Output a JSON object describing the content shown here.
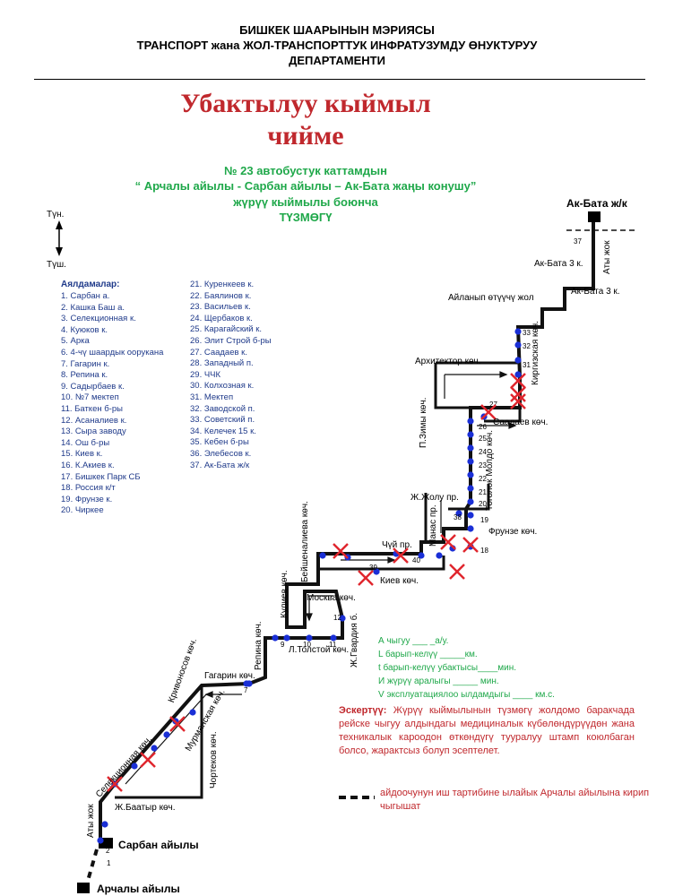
{
  "header": {
    "line1": "БИШКЕК ШААРЫНЫН МЭРИЯСЫ",
    "line2": "ТРАНСПОРТ жана ЖОЛ-ТРАНСПОРТТУК ИНФРАТУЗУМДУ ӨНУКТУРУУ",
    "line3": "ДЕПАРТАМЕНТИ"
  },
  "title": {
    "line1": "Убактылуу кыймыл",
    "line2": "чийме"
  },
  "subtitle": {
    "line1": "№ 23  автобустук каттамдын",
    "line2": "“ Арчалы айылы - Сарбан  айылы – Ак-Бата жаңы конушу”",
    "line3": "жүрүү кыймылы боюнча",
    "line4": "ТҮЗМӨГҮ"
  },
  "compass": {
    "north": "Түн.",
    "south": "Түш."
  },
  "legend": {
    "title": "Аялдамалар:",
    "col1": [
      "1. Сарбан а.",
      "2. Кашка Баш а.",
      "3. Селекционная к.",
      "4. Куюков к.",
      "5. Арка",
      "6. 4-чү шаардык ооруканa",
      "7. Гагарин к.",
      "8. Репина к.",
      "9. Садырбаев к.",
      "10. №7 мектеп",
      "11. Баткен б-ры",
      "12. Асаналиев к.",
      "13. Сыра заводу",
      "14. Ош б-ры",
      "15. Киев к.",
      "16. К.Акиев к.",
      "17. Бишкек Парк СБ",
      "18. Россия к/т",
      "19. Фрунзе к.",
      "20. Чиркее"
    ],
    "col2": [
      "21. Куренкеев к.",
      "22. Баялинов к.",
      "23. Васильев к.",
      "24. Щербаков к.",
      "25. Карагайский к.",
      "26. Элит Строй б-ры",
      "27. Саадаев к.",
      "28. Западный п.",
      "29. ЧЧК",
      "30. Колхозная к.",
      "31. Мектеп",
      "32. Заводской п.",
      "33. Советский п.",
      "34. Келечек 15 к.",
      "35. Кебен б-ры",
      "36. Элебесов к.",
      "37. Ак-Бата ж/к"
    ]
  },
  "map": {
    "places": {
      "akbata": "Ак-Бата ж/к",
      "sarban": "Сарбан айылы",
      "archaly": "Арчалы айылы"
    },
    "streets": {
      "aty_jok_top": "Аты жок",
      "akbata3_a": "Ак-Бата 3 к.",
      "akbata3_b": "Ак-Бата 3 к.",
      "ailanyp": "Айланып өтүүчү жол",
      "arhitektor": "Архитектор көч.",
      "kirgizskaya": "Киргизская көч.",
      "zimy": "П.Зимы көч.",
      "saadaev": "Саадаев көч.",
      "tolok": "Тоголок Молдо көч.",
      "jjolu": "Ж.Жолу пр.",
      "manas": "Манас пр.",
      "frunze": "Фрунзе көч.",
      "chuy": "Чүй пр.",
      "beyshenalieva": "Бейшеналиева көч.",
      "kiev": "Киев көч.",
      "kuliev": "Кулиев көч.",
      "moskva": "Москва көч.",
      "gvardiya": "Ж.Гвардия б.",
      "tolstoy": "Л.Толстой көч.",
      "repina": "Репина көч.",
      "gagarin": "Гагарин көч.",
      "krivonosov": "Кривоносов көч.",
      "murmanskaya": "Мурманская көч.",
      "selekcionnaya": "Селекционная көч.",
      "chortekov": "Чортеков көч.",
      "jbaatyr": "Ж.Баатыр көч.",
      "aty_jok_bottom": "Аты жок"
    },
    "stop_numbers": [
      "1",
      "2",
      "7",
      "9",
      "10",
      "11",
      "12",
      "18",
      "19",
      "20",
      "21",
      "22",
      "23",
      "24",
      "25",
      "26",
      "27",
      "31",
      "32",
      "33",
      "37",
      "38",
      "39",
      "40"
    ]
  },
  "params": {
    "line1": "А чыгуу  ___ _а/у.",
    "line2": "L барып-келүү _____км.",
    "line3": "t барып-келүү убактысы____мин.",
    "line4": "И жүрүү аралыгы _____      мин.",
    "line5": "V эксплуатациялоо ылдамдыгы ____ км.с."
  },
  "note": {
    "label": "Эскертүү:",
    "text": " Жүрүү кыймылынын түзмөгү жолдомо баракчада рейске чыгуу алдындагы медициналык күбөлөндүрүүдөн жана техникалык кароодон өткөндүгү тууралуу штамп коюлбаган болсо, жарактсыз болуп эсептелет."
  },
  "dashed_note": "айдоочунун иш тартибине ылайык Арчалы айылына кирип чыгышат",
  "colors": {
    "title_red": "#c0282d",
    "green": "#1fa84a",
    "legend_blue": "#1f3a8a",
    "stop_blue": "#1a2fd6",
    "cross_red": "#e0262e"
  }
}
